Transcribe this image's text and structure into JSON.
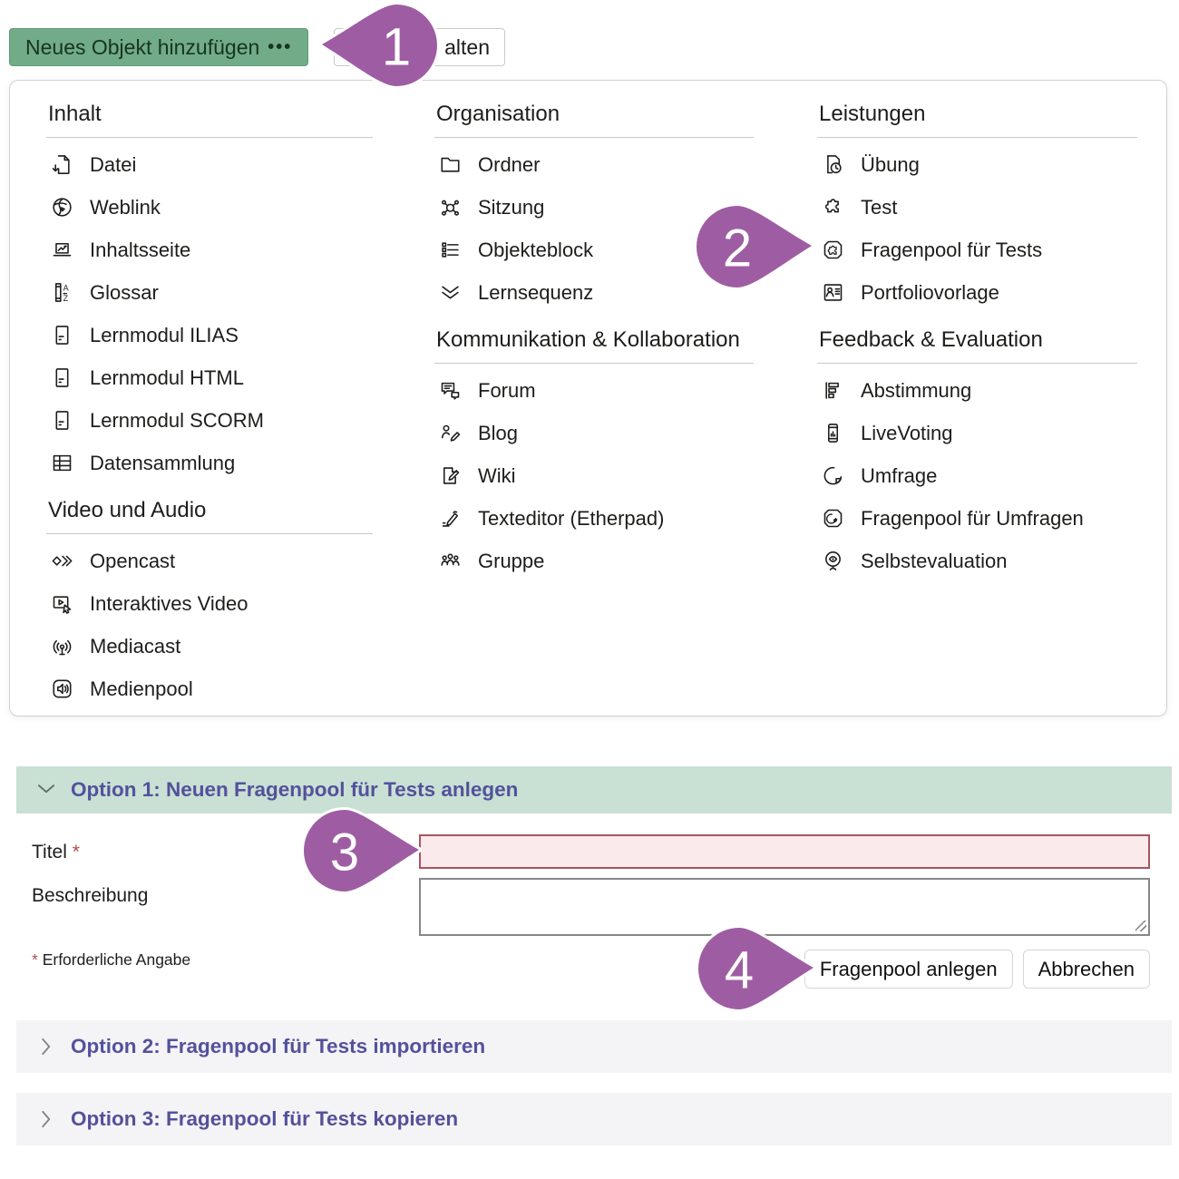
{
  "toolbar": {
    "add_button_label": "Neues Objekt hinzufügen",
    "add_button_dots": "•••",
    "partial_button_label": "alten"
  },
  "menu": {
    "columns": [
      {
        "sections": [
          {
            "title": "Inhalt",
            "items": [
              {
                "icon": "file-download-icon",
                "label": "Datei"
              },
              {
                "icon": "globe-icon",
                "label": "Weblink"
              },
              {
                "icon": "content-page-icon",
                "label": "Inhaltsseite"
              },
              {
                "icon": "glossary-icon",
                "label": "Glossar"
              },
              {
                "icon": "learning-module-icon",
                "label": "Lernmodul ILIAS"
              },
              {
                "icon": "learning-module-icon",
                "label": "Lernmodul HTML"
              },
              {
                "icon": "learning-module-icon",
                "label": "Lernmodul SCORM"
              },
              {
                "icon": "table-icon",
                "label": "Datensammlung"
              }
            ]
          },
          {
            "title": "Video und Audio",
            "items": [
              {
                "icon": "opencast-icon",
                "label": "Opencast"
              },
              {
                "icon": "interactive-video-icon",
                "label": "Interaktives Video"
              },
              {
                "icon": "broadcast-icon",
                "label": "Mediacast"
              },
              {
                "icon": "speaker-icon",
                "label": "Medienpool"
              }
            ]
          }
        ]
      },
      {
        "sections": [
          {
            "title": "Organisation",
            "items": [
              {
                "icon": "folder-icon",
                "label": "Ordner"
              },
              {
                "icon": "session-icon",
                "label": "Sitzung"
              },
              {
                "icon": "item-group-icon",
                "label": "Objekteblock"
              },
              {
                "icon": "double-chevron-down-icon",
                "label": "Lernsequenz"
              }
            ]
          },
          {
            "title": "Kommunikation & Kollabo­ration",
            "items": [
              {
                "icon": "forum-icon",
                "label": "Forum"
              },
              {
                "icon": "blog-icon",
                "label": "Blog"
              },
              {
                "icon": "wiki-icon",
                "label": "Wiki"
              },
              {
                "icon": "texteditor-icon",
                "label": "Texteditor (Etherpad)"
              },
              {
                "icon": "group-icon",
                "label": "Gruppe"
              }
            ]
          }
        ]
      },
      {
        "sections": [
          {
            "title": "Leistungen",
            "items": [
              {
                "icon": "assignment-clock-icon",
                "label": "Übung"
              },
              {
                "icon": "puzzle-icon",
                "label": "Test"
              },
              {
                "icon": "puzzle-octagon-icon",
                "label": "Fragenpool für Tests"
              },
              {
                "icon": "portfolio-icon",
                "label": "Portfoliovorlage"
              }
            ]
          },
          {
            "title": "Feedback & Evaluation",
            "items": [
              {
                "icon": "poll-bars-icon",
                "label": "Abstimmung"
              },
              {
                "icon": "livevoting-icon",
                "label": "LiveVoting"
              },
              {
                "icon": "pie-chart-icon",
                "label": "Umfrage"
              },
              {
                "icon": "pie-octagon-icon",
                "label": "Fragenpool für Umfragen"
              },
              {
                "icon": "self-evaluation-icon",
                "label": "Selbstevaluation"
              }
            ]
          }
        ]
      }
    ]
  },
  "callouts": {
    "step1": "1",
    "step2": "2",
    "step3": "3",
    "step4": "4"
  },
  "form": {
    "option1_title": "Option 1: Neuen Fragenpool für Tests anlegen",
    "title_label": "Titel",
    "required_mark": "*",
    "title_value": "",
    "description_label": "Beschreibung",
    "description_value": "",
    "required_note": "Erforderliche Angabe",
    "submit_label": "Fragenpool anlegen",
    "cancel_label": "Abbrechen",
    "option2_title": "Option 2: Fragenpool für Tests importieren",
    "option3_title": "Option 3: Fragenpool für Tests kopieren"
  },
  "colors": {
    "primary_button_green": "#72ab88",
    "callout_purple": "#9e5da2",
    "option_header_green": "#c9e0d4",
    "option_header_gray": "#f4f3f6",
    "option_title_purple": "#54519b",
    "required_field_border": "#a8555c",
    "required_field_bg": "#faeaec",
    "required_star_red": "#b5494f"
  }
}
